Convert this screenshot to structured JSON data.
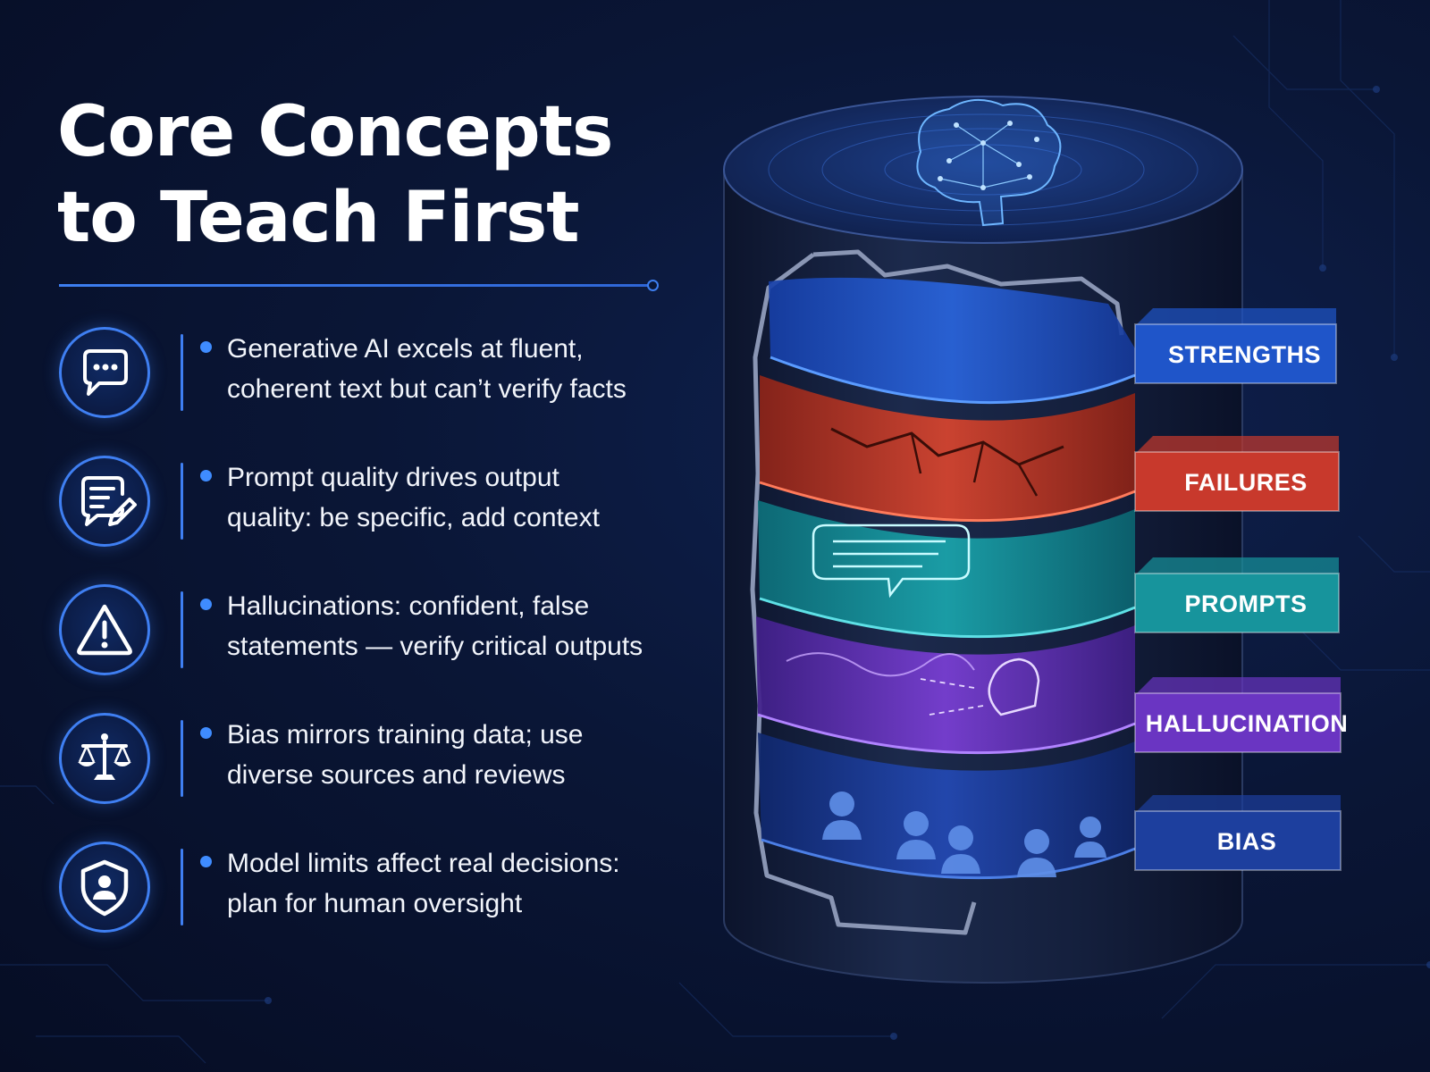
{
  "title": {
    "line1": "Core Concepts",
    "line2": "to Teach First"
  },
  "concepts": [
    {
      "icon": "chat-bubble-icon",
      "line1": "Generative AI excels at fluent,",
      "line2": "coherent text but can’t verify facts"
    },
    {
      "icon": "document-edit-icon",
      "line1": "Prompt quality drives output",
      "line2": "quality: be specific, add context"
    },
    {
      "icon": "warning-icon",
      "line1": "Hallucinations: confident, false",
      "line2": "statements — verify critical outputs"
    },
    {
      "icon": "scales-icon",
      "line1": "Bias mirrors training data; use",
      "line2": "diverse sources and reviews"
    },
    {
      "icon": "shield-user-icon",
      "line1": "Model limits affect real decisions:",
      "line2": "plan for human oversight"
    }
  ],
  "layers": [
    {
      "label": "STRENGTHS",
      "color": "#1f55c9"
    },
    {
      "label": "FAILURES",
      "color": "#c8392c"
    },
    {
      "label": "PROMPTS",
      "color": "#17949c"
    },
    {
      "label": "HALLUCINATION",
      "color": "#6a35c2"
    },
    {
      "label": "BIAS",
      "color": "#1d3f9e"
    }
  ],
  "colors": {
    "accent": "#3f7ff2",
    "background": "#0a1636"
  }
}
